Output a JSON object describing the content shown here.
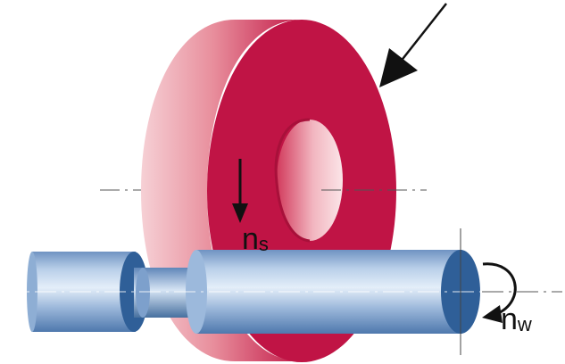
{
  "diagram": {
    "labels": {
      "wheel_speed": {
        "main": "n",
        "sub": "s"
      },
      "worm_speed": {
        "main": "n",
        "sub": "w"
      }
    },
    "colors": {
      "wheel_face": "#c01445",
      "wheel_rim_light": "#f4c3c9",
      "wheel_rim_mid": "#df6f81",
      "wheel_rim_dark": "#b8163f",
      "shaft_light": "#d9e6f5",
      "shaft_mid": "#8fb0d6",
      "shaft_dark": "#4d76aa",
      "shaft_end": "#2f5f98",
      "arrow": "#111111",
      "center_line": "#444444"
    },
    "icons": {
      "force_arrow": "force-arrow-icon",
      "wheel_rotation": "rotation-arrow-down-icon",
      "worm_rotation": "curved-rotation-arrow-icon"
    }
  }
}
